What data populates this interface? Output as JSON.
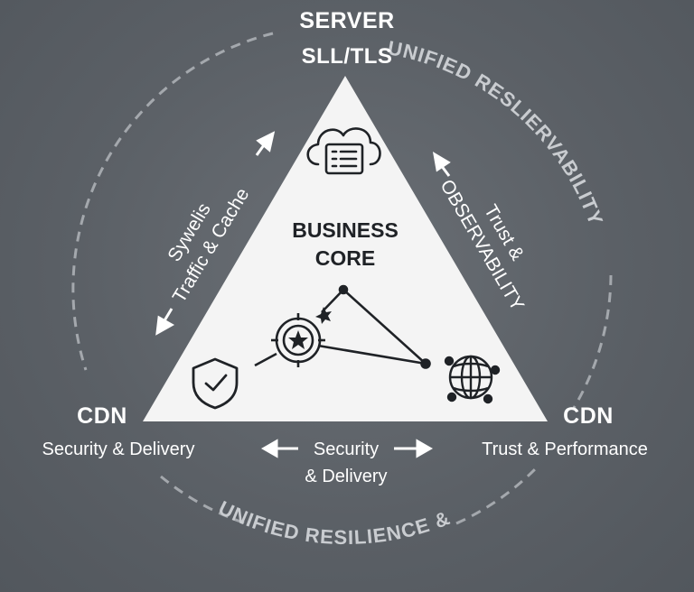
{
  "top": {
    "title": "SERVER",
    "subtitle": "SLL/TLS"
  },
  "left": {
    "title": "CDN",
    "subtitle": "Security & Delivery"
  },
  "right": {
    "title": "CDN",
    "subtitle": "Trust & Performance"
  },
  "core": {
    "line1": "BUSINESS",
    "line2": "CORE"
  },
  "left_edge": {
    "line1": "Sywelis",
    "line2": "Traffic & Cache"
  },
  "right_edge": {
    "line1": "Trust &",
    "line2": "OBSERVABILITY"
  },
  "bottom_edge": {
    "line1": "Security",
    "line2": "& Delivery"
  },
  "ring": {
    "top_right": "UNIFIED RESLIERVABILITY",
    "bottom": "UNIFIED RESILIENCE &"
  },
  "icons": {
    "top": "cloud-server-icon",
    "left": "shield-check-icon",
    "right": "globe-network-icon",
    "center": "target-star-icon"
  },
  "colors": {
    "background": "#5b6066",
    "triangle": "#f4f4f4",
    "ink": "#1f2226",
    "ring": "#c9ccd0"
  }
}
